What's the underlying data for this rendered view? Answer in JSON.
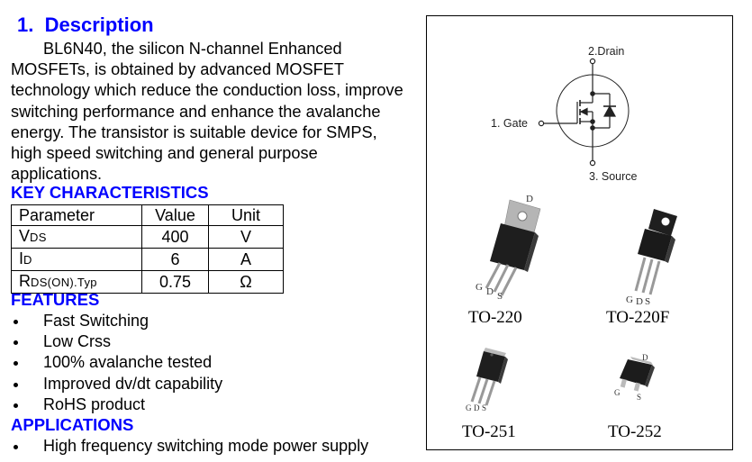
{
  "section": {
    "number": "1.",
    "title": "Description"
  },
  "description": "BL6N40, the silicon N-channel Enhanced MOSFETs, is obtained by advanced MOSFET technology which reduce the conduction loss, improve switching performance and enhance the avalanche energy. The transistor is suitable device for SMPS, high speed switching and general purpose applications.",
  "key_characteristics": {
    "title": "KEY CHARACTERISTICS",
    "headers": [
      "Parameter",
      "Value",
      "Unit"
    ],
    "rows": [
      {
        "param_main": "V",
        "param_sub": "DS",
        "value": "400",
        "unit": "V"
      },
      {
        "param_main": "I",
        "param_sub": "D",
        "value": "6",
        "unit": "A"
      },
      {
        "param_main": "R",
        "param_sub": "DS(ON).Typ",
        "value": "0.75",
        "unit": "Ω"
      }
    ]
  },
  "features": {
    "title": "FEATURES",
    "items": [
      "Fast Switching",
      "Low Crss",
      "100% avalanche tested",
      "Improved dv/dt capability",
      "RoHS product"
    ]
  },
  "applications": {
    "title": "APPLICATIONS",
    "items": [
      "High frequency switching mode power supply"
    ]
  },
  "schematic": {
    "drain_label": "2.Drain",
    "gate_label": "1. Gate",
    "source_label": "3. Source"
  },
  "packages": [
    {
      "name": "TO-220",
      "pins": [
        "G",
        "D",
        "S"
      ],
      "tab_label": "D"
    },
    {
      "name": "TO-220F",
      "pins": [
        "G",
        "D",
        "S"
      ]
    },
    {
      "name": "TO-251",
      "pins": [
        "G",
        "D",
        "S"
      ]
    },
    {
      "name": "TO-252",
      "pins": [
        "G",
        "S"
      ],
      "tab_label": "D"
    }
  ]
}
